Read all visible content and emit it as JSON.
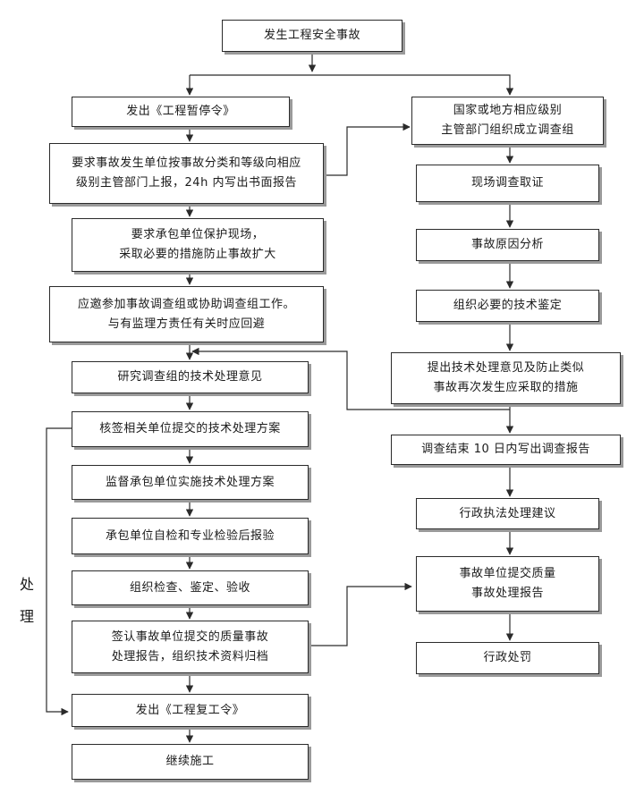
{
  "nodes": {
    "start": "发生工程安全事故",
    "l1": "发出《工程暂停令》",
    "l2": "要求事故发生单位按事故分类和等级向相应\n级别主管部门上报，24h 内写出书面报告",
    "l3": "要求承包单位保护现场，\n采取必要的措施防止事故扩大",
    "l4": "应邀参加事故调查组或协助调查组工作。\n与有监理方责任有关时应回避",
    "l5": "研究调查组的技术处理意见",
    "l6": "核签相关单位提交的技术处理方案",
    "l7": "监督承包单位实施技术处理方案",
    "l8": "承包单位自检和专业检验后报验",
    "l9": "组织检查、鉴定、验收",
    "l10": "签认事故单位提交的质量事故\n处理报告，组织技术资料归档",
    "l11": "发出《工程复工令》",
    "l12": "继续施工",
    "r1": "国家或地方相应级别\n主管部门组织成立调查组",
    "r2": "现场调查取证",
    "r3": "事故原因分析",
    "r4": "组织必要的技术鉴定",
    "r5": "提出技术处理意见及防止类似\n事故再次发生应采取的措施",
    "r6": "调查结束 10 日内写出调查报告",
    "r7": "行政执法处理建议",
    "r8": "事故单位提交质量\n事故处理报告",
    "r9": "行政处罚"
  },
  "side_label": [
    "处",
    "理"
  ],
  "colors": {
    "line": "#2b2b2b",
    "border": "#2b2b2b",
    "shadow": "#9a9a9a"
  }
}
